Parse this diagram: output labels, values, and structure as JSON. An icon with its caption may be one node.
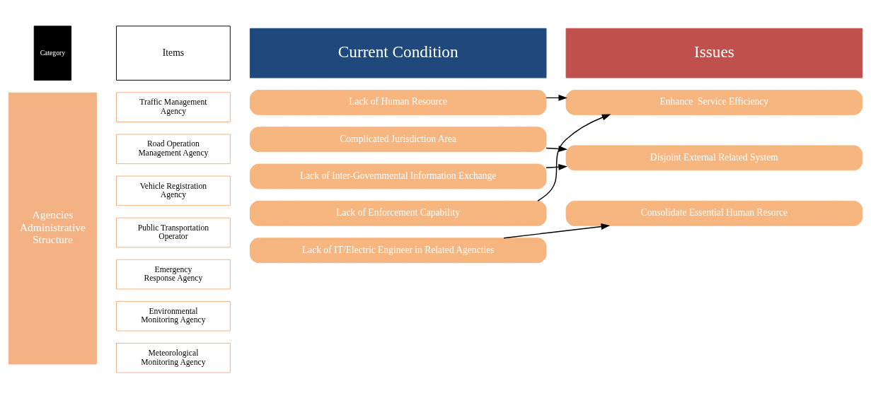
{
  "diagram": {
    "nodes": [
      {
        "text": [
          "Category"
        ]
      },
      {
        "text": [
          "Items"
        ]
      },
      {
        "text": [
          "Current Condition"
        ]
      },
      {
        "text": [
          "Issues"
        ]
      },
      {
        "text": [
          "Agencies Administrative Structure"
        ]
      },
      {
        "text": [
          "Traffic Management Agency"
        ]
      },
      {
        "text": [
          "Road Operation Management Agency"
        ]
      },
      {
        "text": [
          "Vehicle Registration Agency"
        ]
      },
      {
        "text": [
          "Public Transportation Operator"
        ]
      },
      {
        "text": [
          "Emergency Response Agency"
        ]
      },
      {
        "text": [
          "Environmental Monitoring Agency"
        ]
      },
      {
        "text": [
          "Meteorological Monitoring Agency"
        ]
      },
      {
        "text": [
          "Lack of Human Resource"
        ]
      },
      {
        "text": [
          "Complicated Jurisdiction Area"
        ]
      },
      {
        "text": [
          "Lack of Inter-Governmental Information Exchange"
        ]
      },
      {
        "text": [
          "Lack of Enforcement Capability"
        ]
      },
      {
        "text": [
          "Lack of IT/Electric Engineer in Related Agencties"
        ]
      },
      {
        "text": [
          "Enhance  Service Efficiency"
        ]
      },
      {
        "text": [
          "Disjoint External Related System"
        ]
      },
      {
        "text": [
          "Consolidate Essential Human Resorce"
        ]
      }
    ],
    "edges": [
      {
        "from": 12,
        "to": 17,
        "arrow": "to"
      },
      {
        "from": 13,
        "to": 18,
        "arrow": "to"
      },
      {
        "from": 14,
        "to": 18,
        "arrow": "to"
      },
      {
        "from": 15,
        "to": 17,
        "arrow": "to"
      },
      {
        "from": 16,
        "to": 19,
        "arrow": "to"
      }
    ]
  }
}
